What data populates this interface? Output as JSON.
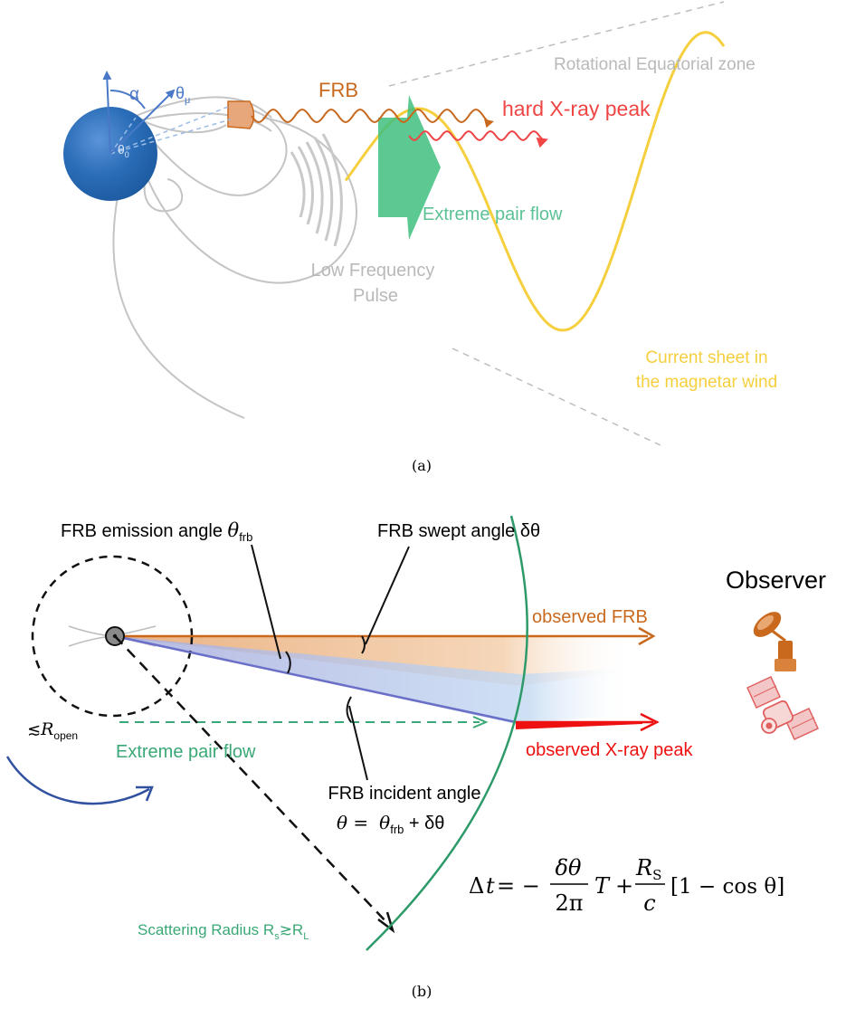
{
  "panel_a": {
    "caption": "(a)",
    "angle_alpha": "α",
    "angle_theta_mu": "θ",
    "angle_theta_mu_sub": "μ",
    "angle_theta0": "θ",
    "angle_theta0_sub": "0",
    "frb_label": "FRB",
    "xray_label": "hard X-ray peak",
    "equatorial_label": "Rotational Equatorial zone",
    "pair_flow_label": "Extreme pair flow",
    "lf_pulse_line1": "Low Frequency",
    "lf_pulse_line2": "Pulse",
    "sheet_line1": "Current sheet in",
    "sheet_line2": "the magnetar wind",
    "colors": {
      "star": "#2a6db8",
      "frb": "#c8691e",
      "xray": "#f04545",
      "pair_flow": "#3fbf7f",
      "current_sheet": "#f5cf3d",
      "field_lines": "#c4c4c4",
      "text_gray": "#b9b9b9",
      "axes_blue": "#4a78c8"
    }
  },
  "panel_b": {
    "caption": "(b)",
    "emission_angle_label": "FRB emission angle ",
    "emission_angle_sym": "θ",
    "emission_angle_sub": "frb",
    "swept_angle_label": "FRB swept angle δθ",
    "observer_label": "Observer",
    "observed_frb_label": "observed FRB",
    "observed_xray_label": "observed X-ray peak",
    "r_open_prefix": "≲",
    "r_open_sym": "R",
    "r_open_sub": "open",
    "pair_flow_label": "Extreme pair flow",
    "incident_line1": "FRB incident angle",
    "incident_theta": "θ =",
    "incident_theta_frb": "θ",
    "incident_theta_frb_sub": "frb",
    "incident_plus": " + δθ",
    "formula": {
      "lhs": "Δ",
      "t": "t",
      "eq": " = −",
      "num1": "δθ",
      "den1": "2π",
      "T": "T",
      "plus": "+",
      "num2_R": "R",
      "num2_sub": "S",
      "den2": "c",
      "bracket": "[1 − cos θ]"
    },
    "scattering_label": "Scattering Radius R",
    "scattering_sub": "s",
    "scattering_mid": "≳R",
    "scattering_sub2": "L",
    "colors": {
      "frb": "#c8691e",
      "xray": "#ee1111",
      "pair_flow": "#3aa876",
      "scatter_arc": "#2e9a6a",
      "incident_line": "#6a6fc8",
      "rotation_arrow": "#3050a0",
      "dashed_circle": "#111111"
    }
  }
}
